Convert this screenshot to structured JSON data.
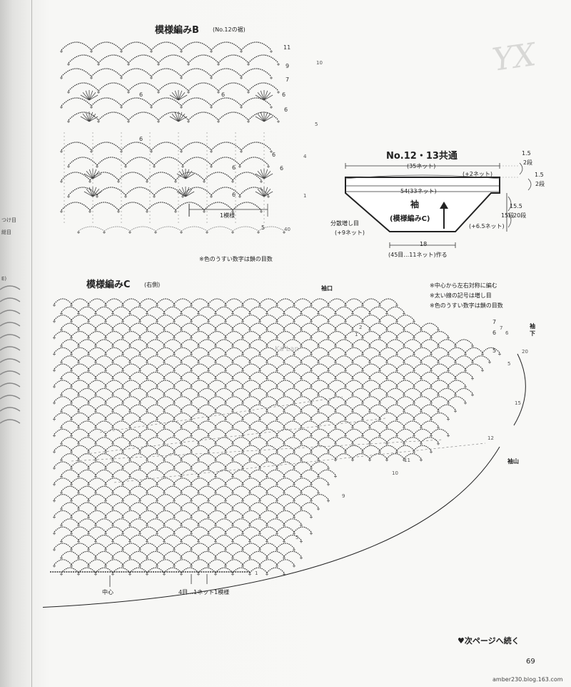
{
  "diagram_b": {
    "title": "模様編みB",
    "subtitle": "(No.12の裾)",
    "row_labels": [
      "11",
      "9",
      "7",
      "6",
      "6",
      "5",
      "4",
      "6",
      "6",
      "1",
      "40",
      "5"
    ],
    "inner_sixes": [
      "6",
      "6",
      "6",
      "6",
      "6"
    ],
    "repeat_label": "1模様",
    "note": "※色のうすい数字は鎖の目数"
  },
  "schematic": {
    "title": "No.12・13共通",
    "top_width": "(35ネット)",
    "top_increase": "(+2ネット)",
    "middle_width": "54(33ネット)",
    "part_name": "袖",
    "pattern_name": "(模様編みC)",
    "left_note_1": "分散増し目",
    "left_note_2": "(+9ネット)",
    "right_increase": "(+6.5ネット)",
    "bottom_width": "18",
    "bottom_note": "(45目…11ネット)作る",
    "dim_top_1": "1.5",
    "dim_top_2": "2",
    "dim_top_2_unit": "段",
    "dim_mid_1": "1.5",
    "dim_mid_2": "2",
    "dim_mid_2_unit": "段",
    "dim_side_cm": "15.5",
    "dim_side_rows_a": "15",
    "dim_side_rows_a_unit": "段",
    "dim_side_rows_b": "20",
    "dim_side_rows_b_unit": "段"
  },
  "diagram_c": {
    "title": "模様編みC",
    "subtitle": "(右側)",
    "notes": [
      "※中心から左右対称に編む",
      "※太い線の記号は増し目",
      "※色のうすい数字は鎖の目数"
    ],
    "cuff_label": "袖口",
    "sleeve_bottom": "袖下",
    "sleeve_cap": "袖山",
    "center": "中心",
    "repeat_label": "4目…1ネット1模様",
    "row_labels": {
      "r2": "2",
      "r1": "1",
      "r7": "7",
      "r6": "6",
      "r5": "5",
      "r20": "20",
      "r15": "15",
      "r12": "12",
      "r11": "11",
      "r10": "10",
      "r9": "9",
      "r5b": "5",
      "r1b": "1"
    },
    "small_marks": [
      "7",
      "6",
      "5"
    ]
  },
  "footer": {
    "continue_text": "♥次ページへ続く",
    "page_number": "69",
    "source": "amber230.blog.163.com"
  },
  "watermark": {
    "text": "Ka Lan"
  },
  "left_edge": {
    "fragment_1": "つけ目",
    "fragment_2": "総目",
    "fragment_3": "E)"
  },
  "ghost_text": {
    "text": "YX"
  }
}
